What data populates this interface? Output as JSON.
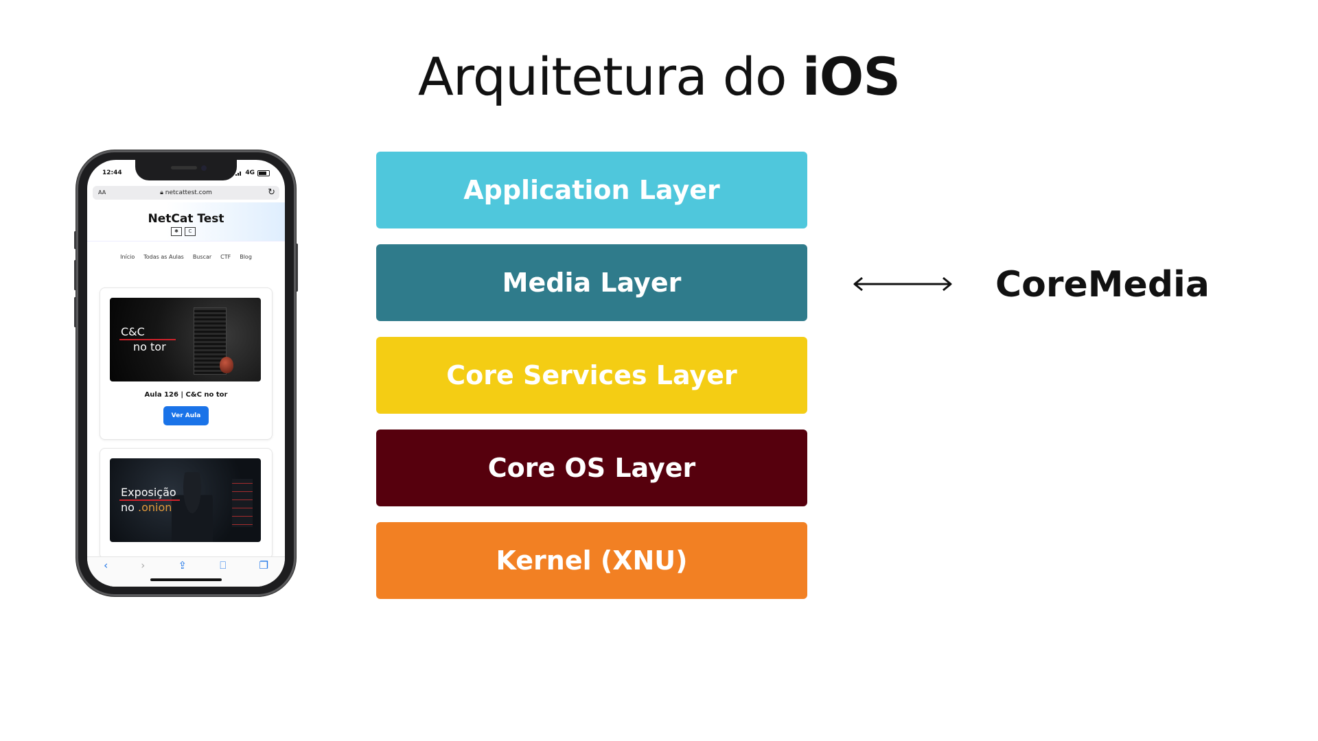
{
  "title": {
    "regular": "Arquitetura do ",
    "bold": "iOS"
  },
  "phone": {
    "status_time": "12:44",
    "status_network": "4G",
    "url_aa": "AA",
    "url": "netcattest.com",
    "site_title": "NetCat Test",
    "site_badges": [
      "✱",
      "C"
    ],
    "nav": [
      "Início",
      "Todas as Aulas",
      "Buscar",
      "CTF",
      "Blog"
    ],
    "cards": [
      {
        "thumb_line1": "C&C",
        "thumb_line2": "no tor",
        "title": "Aula 126 | C&C no tor",
        "button": "Ver Aula"
      },
      {
        "thumb_line1": "Exposição",
        "thumb_line2_a": "no ",
        "thumb_line2_b": ".onion"
      }
    ],
    "toolbar_icons": [
      "back-icon",
      "forward-icon",
      "share-icon",
      "bookmarks-icon",
      "tabs-icon"
    ],
    "colors": {
      "button": "#1a73e8",
      "frame": "#1d1d1f"
    }
  },
  "layers": [
    {
      "label": "Application Layer",
      "color": "#4fc7dc"
    },
    {
      "label": "Media Layer",
      "color": "#2f7b8b"
    },
    {
      "label": "Core Services Layer",
      "color": "#f4cd14"
    },
    {
      "label": "Core OS Layer",
      "color": "#56000d"
    },
    {
      "label": "Kernel (XNU)",
      "color": "#f28023"
    }
  ],
  "annotation": {
    "label": "CoreMedia",
    "points_to": "Media Layer",
    "arrow": "double-arrow-icon"
  }
}
